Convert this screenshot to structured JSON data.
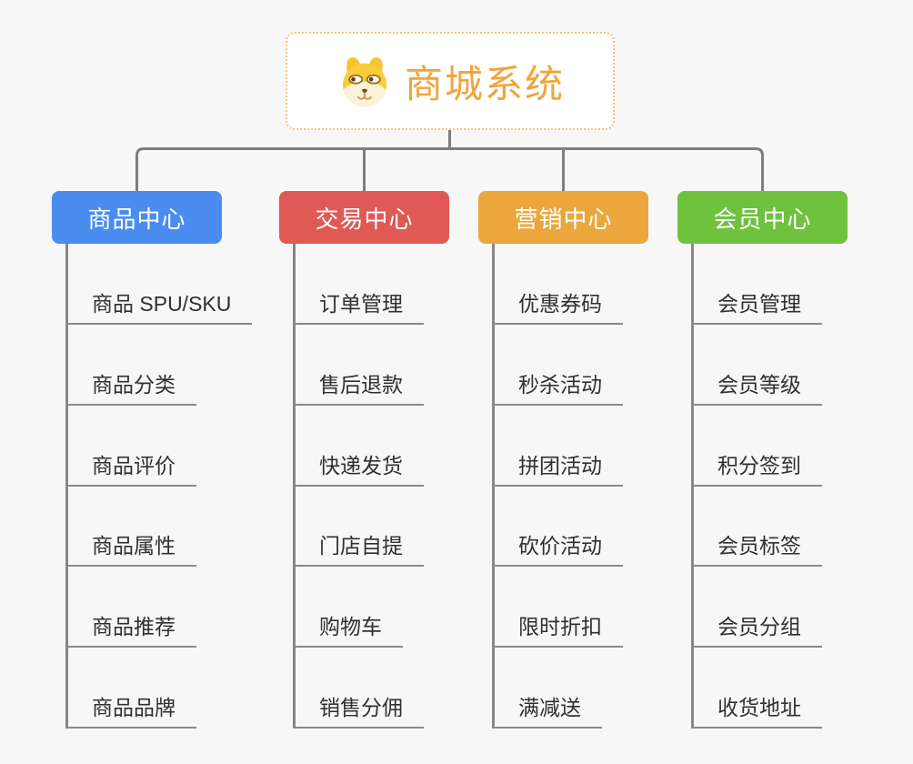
{
  "page": {
    "background": "#F7F7F7"
  },
  "root": {
    "title": "商城系统",
    "icon": "shiba-dog-logo-icon",
    "accent": "#F1A43C",
    "border_color": "#F3C377"
  },
  "connector_color": "#7E7E7E",
  "branches": [
    {
      "label": "商品中心",
      "color": "#4A8CF0",
      "children": [
        "商品 SPU/SKU",
        "商品分类",
        "商品评价",
        "商品属性",
        "商品推荐",
        "商品品牌"
      ]
    },
    {
      "label": "交易中心",
      "color": "#E05955",
      "children": [
        "订单管理",
        "售后退款",
        "快递发货",
        "门店自提",
        "购物车",
        "销售分佣"
      ]
    },
    {
      "label": "营销中心",
      "color": "#EBA73E",
      "children": [
        "优惠券码",
        "秒杀活动",
        "拼团活动",
        "砍价活动",
        "限时折扣",
        "满减送"
      ]
    },
    {
      "label": "会员中心",
      "color": "#6EC23E",
      "children": [
        "会员管理",
        "会员等级",
        "积分签到",
        "会员标签",
        "会员分组",
        "收货地址"
      ]
    }
  ]
}
